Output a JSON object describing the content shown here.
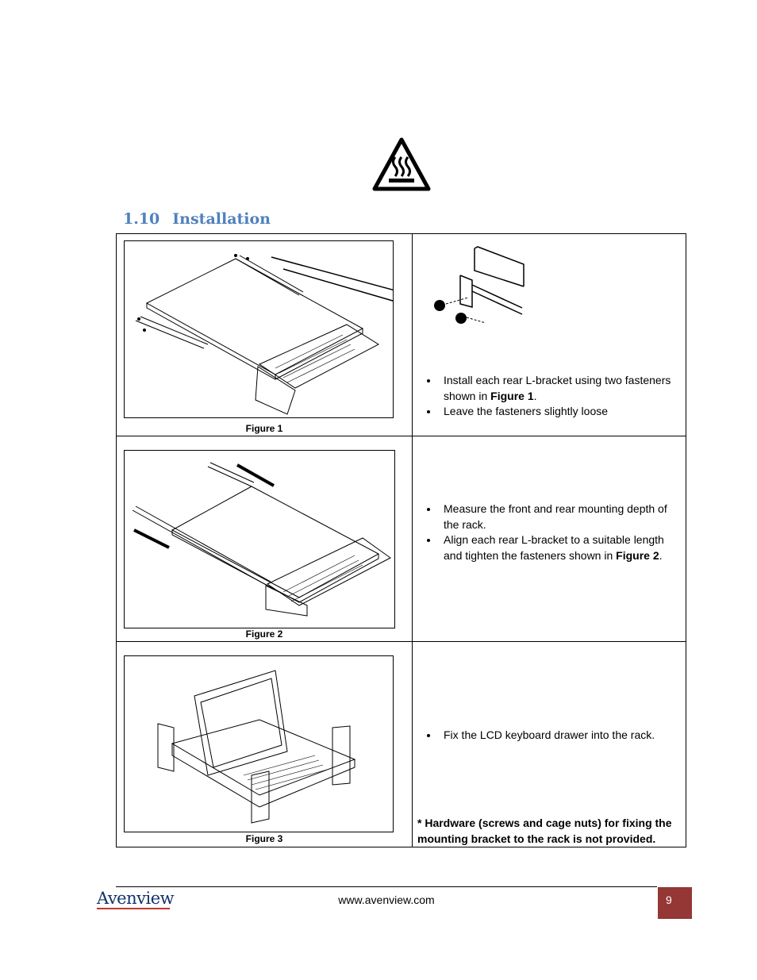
{
  "section": {
    "number": "1.10",
    "title": "Installation"
  },
  "rows": [
    {
      "caption": "Figure 1",
      "bullets": [
        {
          "parts": [
            "Install each rear L-bracket using two fasteners shown in ",
            "Figure 1",
            "."
          ]
        },
        {
          "parts": [
            "Leave the fasteners slightly loose",
            "",
            ""
          ]
        }
      ]
    },
    {
      "caption": "Figure 2",
      "bullets": [
        {
          "parts": [
            "Measure the front and rear mounting depth of the rack.",
            "",
            ""
          ]
        },
        {
          "parts": [
            "Align each rear L-bracket to a suitable length and tighten the fasteners shown in ",
            "Figure 2",
            "."
          ]
        }
      ]
    },
    {
      "caption": "Figure 3",
      "bullets": [
        {
          "parts": [
            "Fix the LCD keyboard drawer into the rack.",
            "",
            ""
          ]
        }
      ],
      "note": "* Hardware (screws and cage nuts) for fixing the mounting bracket to the rack is not provided."
    }
  ],
  "footer": {
    "logo": "Avenview",
    "url": "www.avenview.com",
    "page": "9"
  },
  "colors": {
    "heading": "#4f81bd",
    "page_box": "#953735",
    "logo": "#12336e"
  },
  "icons": {
    "warning": "hot-surface-warning-icon"
  }
}
